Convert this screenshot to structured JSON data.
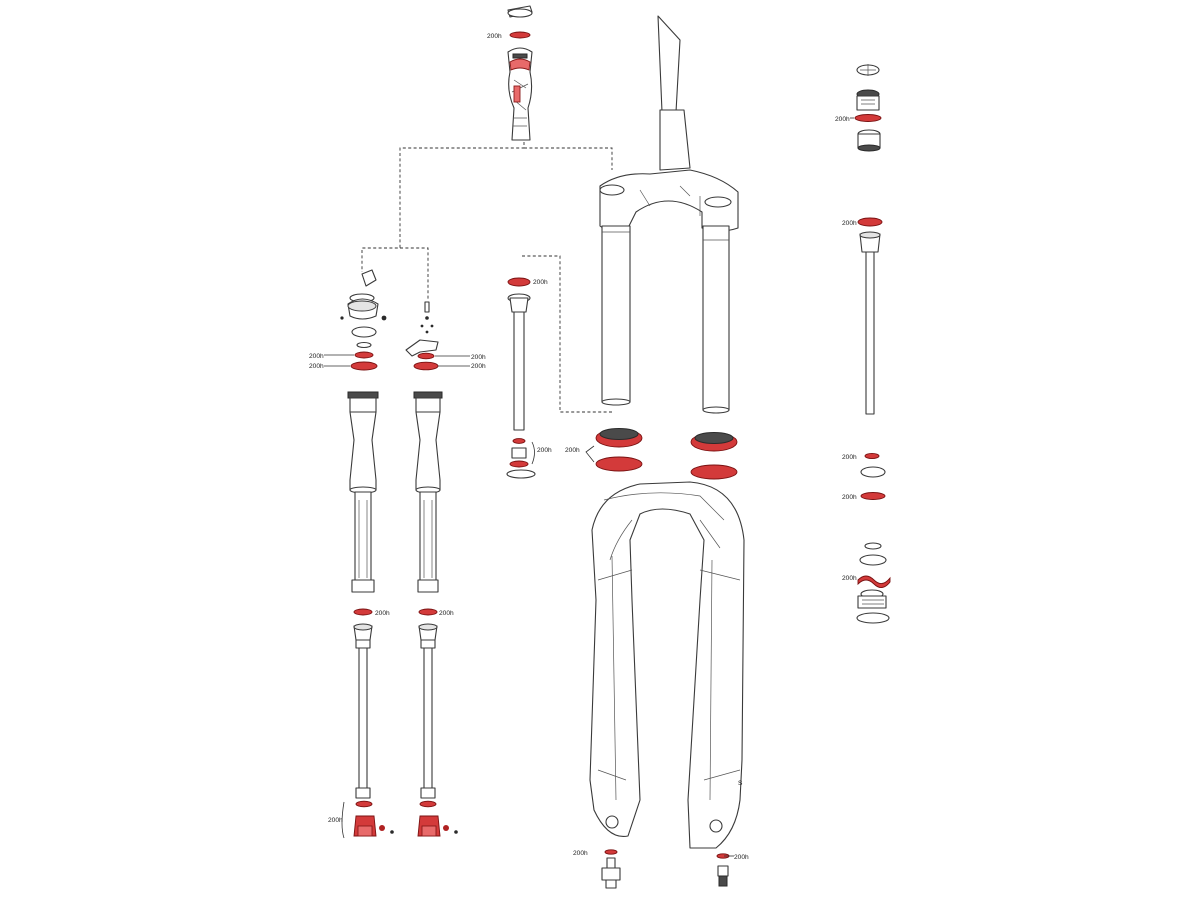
{
  "labels": {
    "grease": "200h",
    "part_mark": "S"
  },
  "colors": {
    "seal_red": "#d33a3a",
    "outline": "#3a3a3a",
    "background": "#ffffff"
  },
  "icons": {
    "part_style": "exploded-view line drawing",
    "highlight": "red service seals"
  }
}
